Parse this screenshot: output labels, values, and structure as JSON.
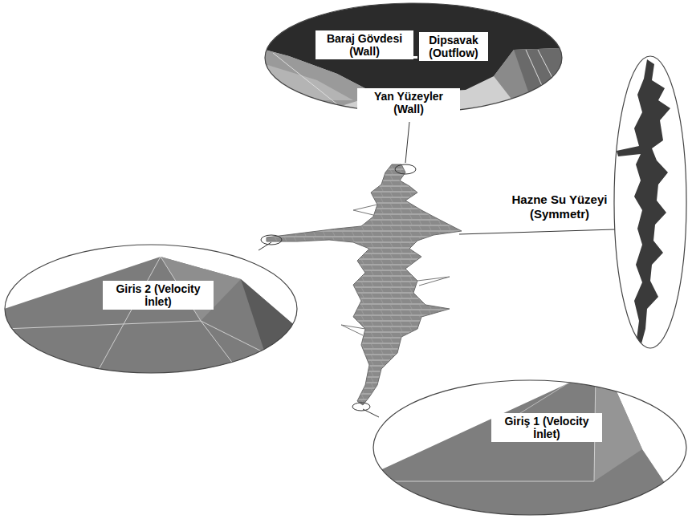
{
  "diagram": {
    "nodes": [
      {
        "text": [
          "Baraj Gövdesi (Wall)"
        ]
      },
      {
        "text": [
          "Dipsavak (Outflow)"
        ]
      },
      {
        "text": [
          "Yan Yüzeyler (Wall)"
        ]
      },
      {
        "text": [
          "Giris 2 (Velocity İnlet)"
        ]
      },
      {
        "text": [
          "Giriş 1 (Velocity İnlet)"
        ]
      }
    ],
    "labels": [
      "Hazne Su Yüzeyi (Symmetr)"
    ]
  }
}
